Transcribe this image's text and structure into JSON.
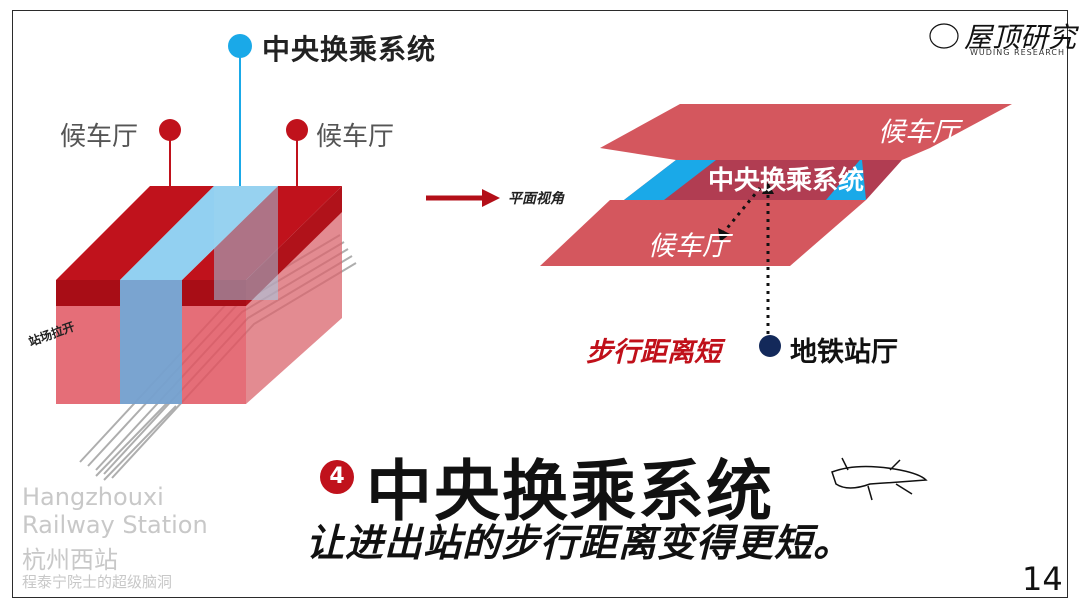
{
  "labels": {
    "central_transfer": "中央换乘系统",
    "waiting_hall_left": "候车厅",
    "waiting_hall_right": "候车厅",
    "plan_view": "平面视角",
    "platform_spread": "站场拉开"
  },
  "plan_diagram": {
    "top_hall": "候车厅",
    "central": "中央换乘系统",
    "bottom_hall": "候车厅",
    "walk_short": "步行距离短",
    "metro_hall": "地铁站厅"
  },
  "headline": {
    "number": "4",
    "title": "中央换乘系统",
    "subtitle": "让进出站的步行距离变得更短。"
  },
  "station": {
    "name_en_line1": "Hangzhouxi",
    "name_en_line2": "Railway Station",
    "name_cn": "杭州西站",
    "credit": "程泰宁院士的超级脑洞"
  },
  "logo": {
    "cn": "屋顶研究",
    "en": "WUDING RESEARCH"
  },
  "page_number": "14",
  "colors": {
    "red": "#c0121c",
    "light_red": "#d4575e",
    "blue": "#1aa9e8",
    "navy": "#13295a"
  }
}
